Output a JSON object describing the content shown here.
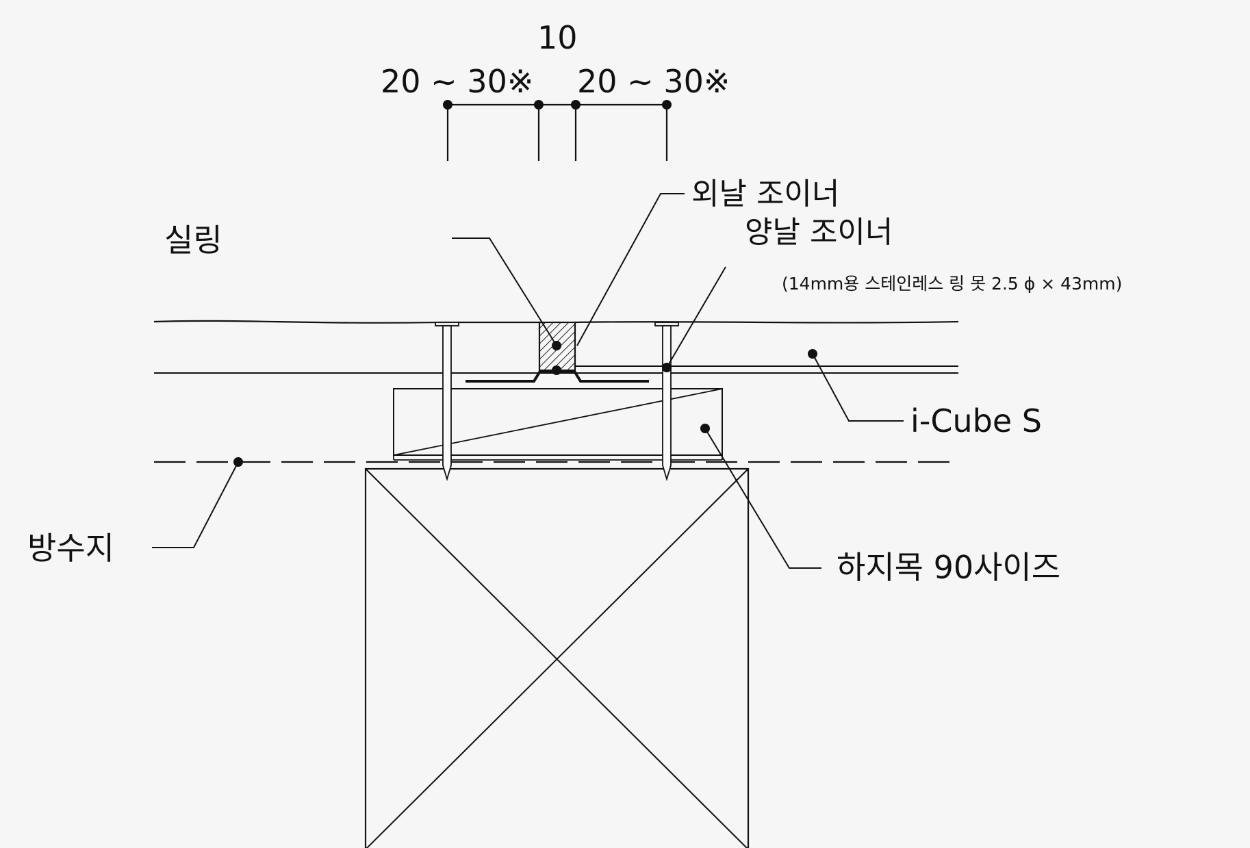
{
  "dimensions": {
    "top": "10",
    "left": "20 ~ 30※",
    "right": "20 ~ 30※"
  },
  "labels": {
    "sealing": "실링",
    "single_joiner": "외날 조이너",
    "double_joiner": "양날 조이너",
    "nail_spec": "(14mm용 스테인레스 링 못 2.5 ϕ × 43mm)",
    "icube": "i-Cube S",
    "waterproof": "방수지",
    "base_wood": "하지목 90사이즈"
  }
}
